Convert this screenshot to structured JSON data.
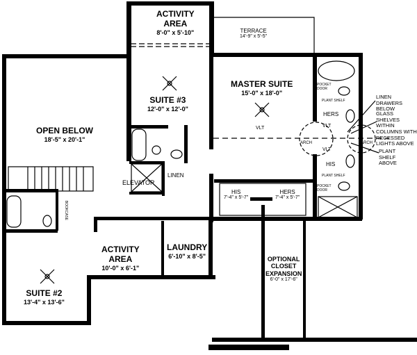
{
  "rooms": [
    {
      "name": "ACTIVITY\nAREA",
      "size": "8'-0\" x 5'-10\""
    },
    {
      "name": "TERRACE",
      "size": "14'-9\" x 5'-5\""
    },
    {
      "name": "SUITE #3",
      "size": "12'-0\" x 12'-0\""
    },
    {
      "name": "MASTER SUITE",
      "size": "15'-0\" x 18'-0\""
    },
    {
      "name": "OPEN BELOW",
      "size": "18'-5\" x 20'-1\""
    },
    {
      "name": "HIS",
      "size": "7'-4\" x 5'-7\""
    },
    {
      "name": "HERS",
      "size": "7'-4\" x 5'-7\""
    },
    {
      "name": "ACTIVITY\nAREA",
      "size": "10'-0\" x 6'-1\""
    },
    {
      "name": "LAUNDRY",
      "size": "6'-10\" x 8'-5\""
    },
    {
      "name": "OPTIONAL\nCLOSET\nEXPANSION",
      "size": "6'-0\" x 17'-6\""
    },
    {
      "name": "SUITE #2",
      "size": "13'-4\" x 13'-6\""
    }
  ],
  "labels": {
    "elevator": "ELEVATOR",
    "linen": "LINEN",
    "bookcase": "BOOKCASE",
    "arch": "ARCH",
    "vlt": "VLT",
    "hers_bath": "HERS",
    "his_bath": "HIS",
    "pocket_door": "POCKET\nDOOR",
    "plant_shelf": "PLANT SHELF"
  },
  "notes": {
    "linen_drawers": "LINEN DRAWERS\nBELOW",
    "glass_shelves": "GLASS SHELVES\nWITHIN\nCOLUMNS WITH\nRECESSED\nLIGHTS ABOVE",
    "plant_shelf_above": "PLANT\nSHELF\nABOVE"
  }
}
